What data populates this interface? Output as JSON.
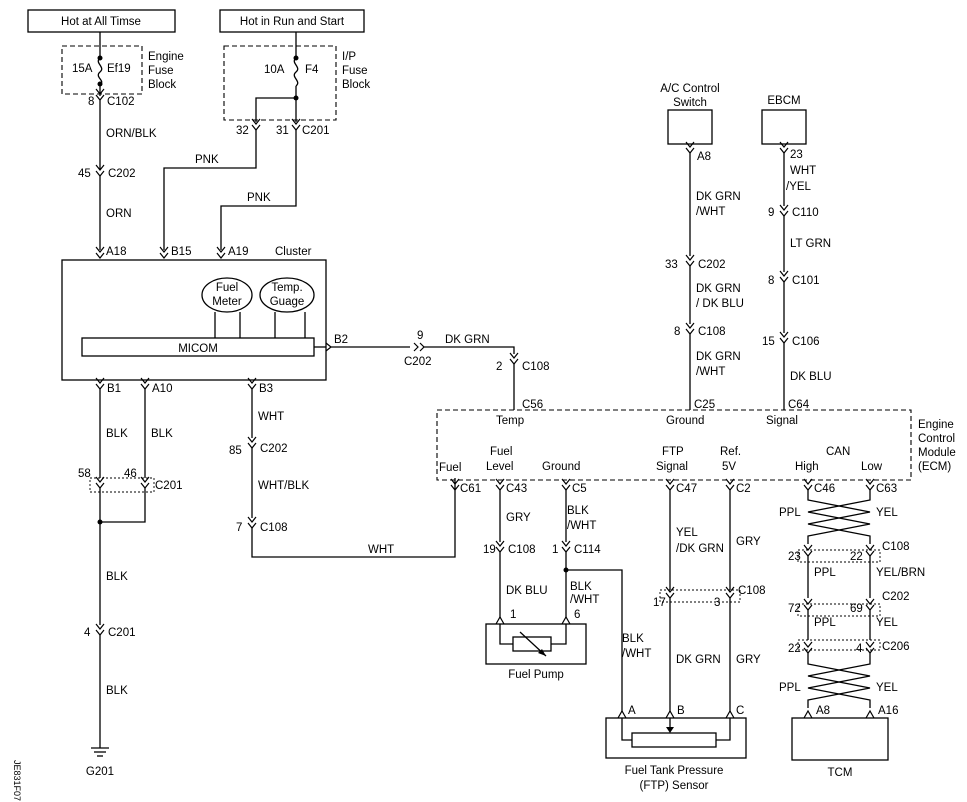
{
  "power": {
    "hot_all": "Hot at All Timse",
    "hot_run": "Hot in Run and Start"
  },
  "fuse_engine": {
    "amps": "15A",
    "name": "Ef19",
    "line1": "Engine",
    "line2": "Fuse",
    "line3": "Block"
  },
  "fuse_ip": {
    "amps": "10A",
    "name": "F4",
    "line1": "I/P",
    "line2": "Fuse",
    "line3": "Block"
  },
  "connectors": {
    "c102": "C102",
    "c102_pin": "8",
    "c202_a": "C202",
    "c202_a_pin": "45",
    "c201_a": "C201",
    "c201_a_pin1": "32",
    "c201_a_pin2": "31",
    "c202_b": "C202",
    "c202_b_pin": "9",
    "c108_a": "C108",
    "c108_a_pin": "2",
    "c202_c": "C202",
    "c202_c_pin": "85",
    "c108_b": "C108",
    "c108_b_pin": "7",
    "c201_b": "C201",
    "c201_b_pin1": "58",
    "c201_b_pin2": "46",
    "c201_c": "C201",
    "c201_c_pin": "4",
    "c202_d": "C202",
    "c202_d_pin": "33",
    "c108_c": "C108",
    "c108_c_pin": "8",
    "c110": "C110",
    "c110_pin": "9",
    "c101": "C101",
    "c101_pin": "8",
    "c106": "C106",
    "c106_pin": "15",
    "c108_d": "C108",
    "c108_d_pin": "19",
    "c114": "C114",
    "c114_pin": "1",
    "c108_e": "C108",
    "c108_e_pin1": "17",
    "c108_e_pin2": "3",
    "c108_f": "C108",
    "c108_f_pin1": "23",
    "c108_f_pin2": "22",
    "c202_e": "C202",
    "c202_e_pin1": "72",
    "c202_e_pin2": "69",
    "c206": "C206",
    "c206_pin1": "22",
    "c206_pin2": "4"
  },
  "wires": {
    "orn_blk": "ORN/BLK",
    "orn": "ORN",
    "pnk1": "PNK",
    "pnk2": "PNK",
    "dk_grn": "DK GRN",
    "wht1": "WHT",
    "wht_blk": "WHT/BLK",
    "wht2": "WHT",
    "blk1": "BLK",
    "blk2": "BLK",
    "blk3": "BLK",
    "blk4": "BLK",
    "dkgrn_wht_1": "DK GRN",
    "dkgrn_wht_1b": "/WHT",
    "dkgrn_dkblu": "DK GRN",
    "dkgrn_dkblu_b": "/ DK BLU",
    "dkgrn_wht_2": "DK GRN",
    "dkgrn_wht_2b": "/WHT",
    "wht_yel": "WHT",
    "wht_yel_b": "/YEL",
    "lt_grn": "LT GRN",
    "dk_blu_1": "DK BLU",
    "gry1": "GRY",
    "dk_blu_2": "DK BLU",
    "blk_wht_1": "BLK",
    "blk_wht_1b": "/WHT",
    "blk_wht_2": "BLK",
    "blk_wht_2b": "/WHT",
    "blk_wht_3": "BLK",
    "blk_wht_3b": "/WHT",
    "yel_dkgrn": "YEL",
    "yel_dkgrn_b": "/DK GRN",
    "gry2": "GRY",
    "dk_grn_2": "DK GRN",
    "gry3": "GRY",
    "ppl1": "PPL",
    "yel1": "YEL",
    "ppl2": "PPL",
    "yel_brn": "YEL/BRN",
    "ppl3": "PPL",
    "yel2": "YEL",
    "ppl4": "PPL",
    "yel3": "YEL"
  },
  "cluster": {
    "name": "Cluster",
    "micom": "MICOM",
    "fuel_meter_1": "Fuel",
    "fuel_meter_2": "Meter",
    "temp_1": "Temp.",
    "temp_2": "Guage",
    "pins": {
      "a18": "A18",
      "b15": "B15",
      "a19": "A19",
      "b2": "B2",
      "b1": "B1",
      "a10": "A10",
      "b3": "B3"
    }
  },
  "ecm": {
    "line1": "Engine",
    "line2": "Control",
    "line3": "Module",
    "line4": "(ECM)",
    "temp": "Temp",
    "ground": "Ground",
    "signal": "Signal",
    "c56": "C56",
    "c25": "C25",
    "c64": "C64",
    "fuel": "Fuel",
    "fuel_level_1": "Fuel",
    "fuel_level_2": "Level",
    "ground2": "Ground",
    "ftp_1": "FTP",
    "ftp_2": "Signal",
    "ref_1": "Ref.",
    "ref_2": "5V",
    "can": "CAN",
    "high": "High",
    "low": "Low",
    "c61": "C61",
    "c43": "C43",
    "c5": "C5",
    "c47": "C47",
    "c2": "C2",
    "c46": "C46",
    "c63": "C63"
  },
  "ac_switch": {
    "line1": "A/C Control",
    "line2": "Switch",
    "pin": "A8"
  },
  "ebcm": {
    "name": "EBCM",
    "pin": "23"
  },
  "fuel_pump": {
    "name": "Fuel Pump",
    "pin1": "1",
    "pin2": "6"
  },
  "ftp_sensor": {
    "line1": "Fuel Tank Pressure",
    "line2": "(FTP) Sensor",
    "pa": "A",
    "pb": "B",
    "pc": "C"
  },
  "tcm": {
    "name": "TCM",
    "pa8": "A8",
    "pa16": "A16"
  },
  "ground": {
    "name": "G201"
  },
  "side_code": "JE831F07"
}
